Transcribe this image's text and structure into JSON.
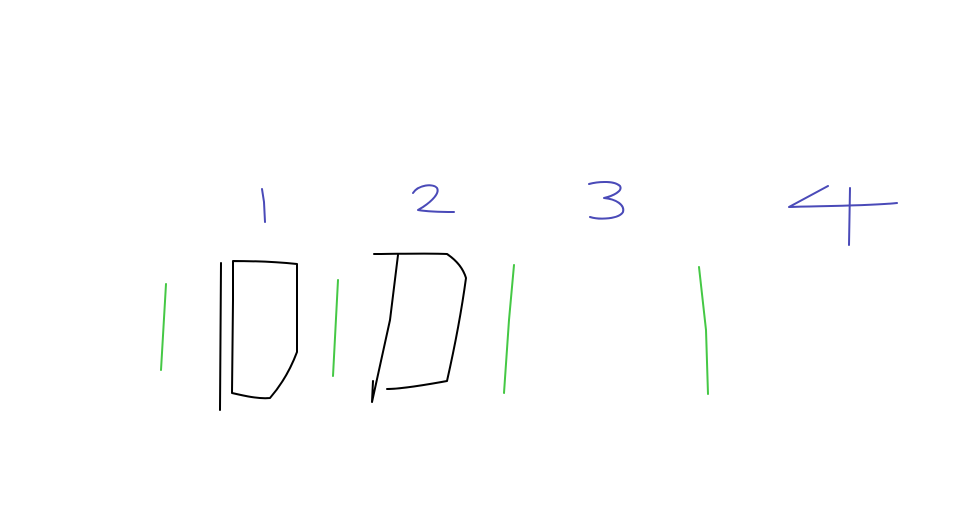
{
  "labels": [
    "1",
    "2",
    "3",
    "4"
  ],
  "colors": {
    "background": "#ffffff",
    "digits": "#4a4ab8",
    "separators": "#45c845",
    "boxes": "#000000"
  },
  "strokes": {
    "digits": [
      "digit-one-glyph",
      "digit-two-glyph",
      "digit-three-glyph",
      "digit-four-glyph"
    ],
    "separators": [
      "divider-line",
      "divider-line",
      "divider-line",
      "divider-line"
    ],
    "boxes": [
      "d-shape",
      "d-shape"
    ]
  }
}
